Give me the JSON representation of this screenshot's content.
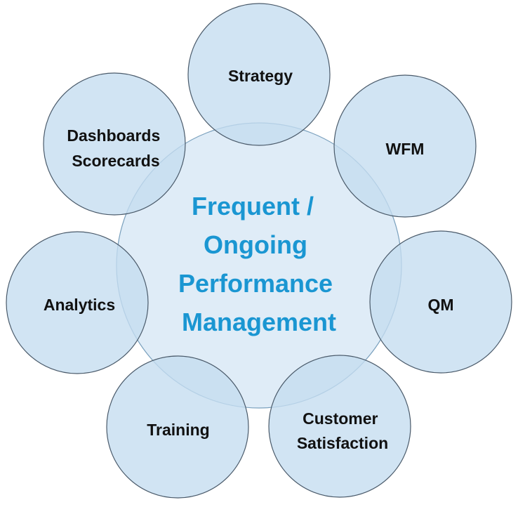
{
  "center": {
    "lines": [
      "Frequent /",
      "Ongoing",
      "Performance",
      "Management"
    ]
  },
  "nodes": {
    "strategy": {
      "lines": [
        "Strategy"
      ]
    },
    "wfm": {
      "lines": [
        "WFM"
      ]
    },
    "qm": {
      "lines": [
        "QM"
      ]
    },
    "customer_satisfaction": {
      "lines": [
        "Customer",
        "Satisfaction"
      ]
    },
    "training": {
      "lines": [
        "Training"
      ]
    },
    "analytics": {
      "lines": [
        "Analytics"
      ]
    },
    "dashboards_scorecards": {
      "lines": [
        "Dashboards",
        "Scorecards"
      ]
    }
  },
  "colors": {
    "center_text": "#1a96d2",
    "node_text": "#111111",
    "circle_fill": "#c4ddf0"
  }
}
